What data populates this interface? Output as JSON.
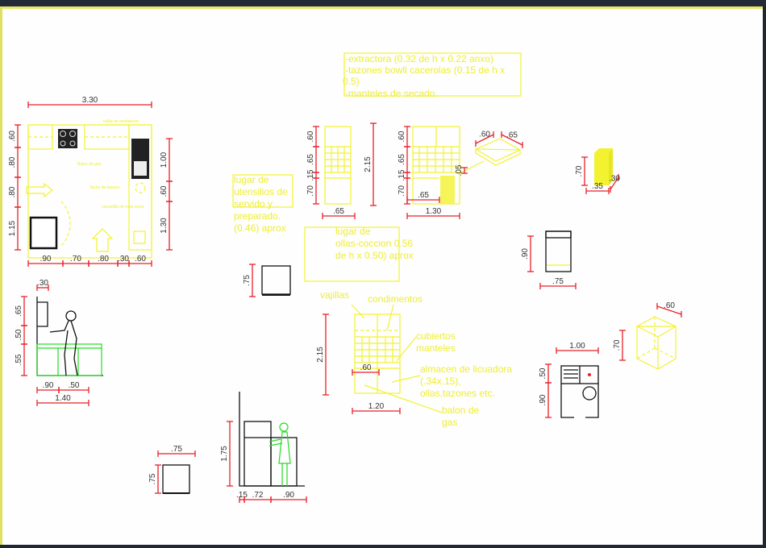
{
  "colors": {
    "dimension": "#e8202a",
    "furniture": "#f2f230",
    "figure": "#22dd22",
    "background": "#fefefe"
  },
  "plan": {
    "width": "3.30",
    "left": [
      ".60",
      ".80",
      ".80",
      "1.15"
    ],
    "bottom": [
      ".90",
      ".70",
      ".80",
      ".30",
      ".60"
    ],
    "right": [
      "1.00",
      ".60",
      "1.30"
    ],
    "labels": [
      "rejilla de ventilacion",
      "Balon de gas",
      "Tacho de basura",
      "canastilla de ropa sucia"
    ]
  },
  "notes": {
    "top_box": [
      "-extractora (0.32 de h x 0.22 anxo)",
      "-tazones bowll cacerolas (0.15 de h x",
      "0.5)",
      "-manteles de secado."
    ],
    "utensilios": [
      "lugar de",
      "utensilios de",
      "servido y",
      "preparado.",
      "(0.46) aprox"
    ],
    "ollas": [
      "lugar de",
      "ollas-coccion 0.56",
      "de h x 0.50) aprox"
    ],
    "cabinet3": {
      "vajillas": "vajillas",
      "condimentos": "condimentos",
      "cubiertos": [
        "cubiertos",
        "manteles"
      ],
      "almacen": [
        "almacen de licuadora",
        "(.34x.15),",
        "ollas,tazones etc."
      ],
      "balon": [
        "balon de",
        "gas"
      ]
    }
  },
  "elev1": {
    "heights": [
      ".60",
      ".65",
      ".15",
      ".70"
    ],
    "total": "2.15",
    "width": ".65"
  },
  "elev2": {
    "heights": [
      ".60",
      ".65",
      ".15",
      ".70"
    ],
    "inner": ".65",
    "width": "1.30",
    "gap": ".05",
    "drawer": [
      ".60",
      ".65"
    ]
  },
  "microwave1": {
    "h": ".75"
  },
  "cabinet3": {
    "h": "2.15",
    "w": "1.20",
    "inner": ".60"
  },
  "drawer_unit": {
    "h": ".70",
    "w": ".35",
    "d": ".30"
  },
  "stove": {
    "h": ".90",
    "w": ".75"
  },
  "cube": {
    "h": ".70",
    "w": ".60"
  },
  "sink_plan": {
    "w": "1.00",
    "h": [
      ".50",
      ".90"
    ]
  },
  "person_elev": {
    "top": ".30",
    "heights": [
      ".65",
      ".50",
      ".55"
    ],
    "bottom": [
      ".90",
      ".50"
    ],
    "total": "1.40"
  },
  "microwave2": {
    "w": ".75",
    "h": ".75"
  },
  "fridge_elev": {
    "h": "1.75",
    "bottom": [
      ".15",
      ".72",
      ".90"
    ]
  }
}
